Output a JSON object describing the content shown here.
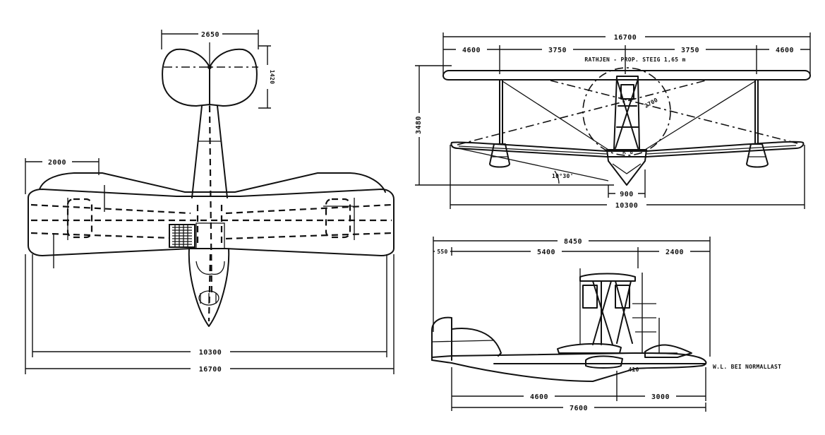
{
  "plan_view": {
    "tailplane_span": "2650",
    "tailplane_chord": "1420",
    "wingtip_offset": "2000",
    "lower_span": "10300",
    "upper_span": "16700"
  },
  "front_view": {
    "overall_span": "16700",
    "outer_left": "4600",
    "inner_left": "3750",
    "inner_right": "3750",
    "outer_right": "4600",
    "prop_note": "RATHJEN - PROP. STEIG 1,65 m",
    "prop_dia": "2700",
    "height": "3480",
    "dihedral": "10°30'",
    "hull_beam": "900",
    "lower_span": "10300"
  },
  "side_view": {
    "overall_length": "8450",
    "bow_offset": "550",
    "fore_part": "5400",
    "aft_part": "2400",
    "waterline_note": "W.L. BEI NORMALLAST",
    "aft_hull": "4600",
    "fore_hull": "3000",
    "hull_length": "7600",
    "draft": "410"
  }
}
